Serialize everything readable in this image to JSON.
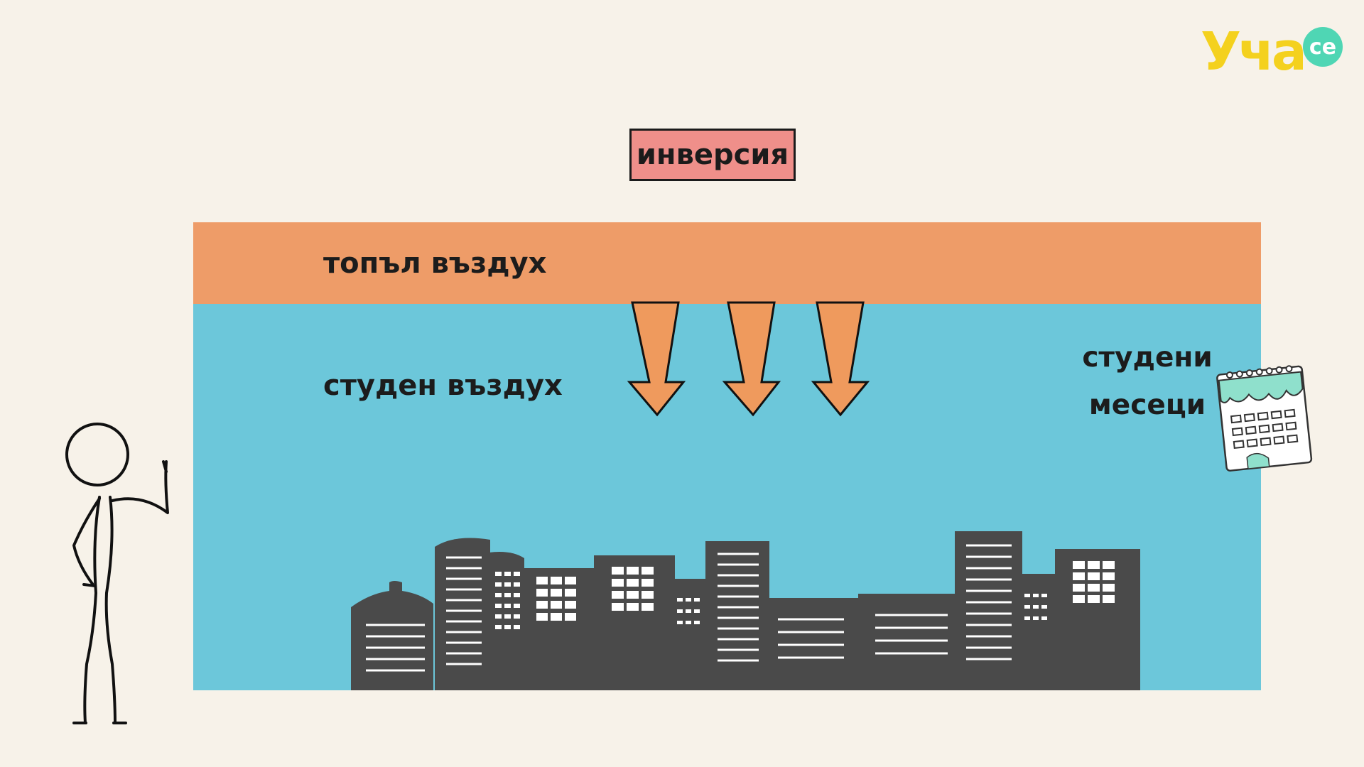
{
  "title": "инверсия",
  "layers": {
    "warm_label": "топъл въздух",
    "cold_label": "студен въздух",
    "warm_color": "#ee9c68",
    "cold_color": "#6cc7da"
  },
  "months_label": "студени месеци",
  "logo": {
    "text": "Уча",
    "badge": "ce"
  },
  "colors": {
    "background": "#f7f2e9",
    "arrow": "#ef9a5d",
    "city": "#4a4a4a",
    "title_box": "#ef8f8a"
  },
  "icons": [
    "calendar-icon",
    "stick-figure",
    "city-skyline",
    "down-arrow"
  ]
}
